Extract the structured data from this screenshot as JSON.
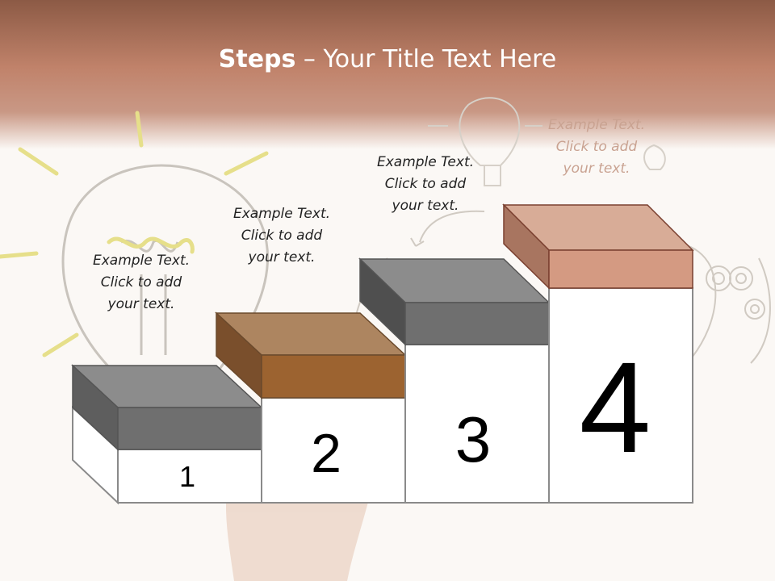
{
  "title": {
    "bold": "Steps",
    "rest": " – Your Title Text Here"
  },
  "steps": [
    {
      "number": "1",
      "text": [
        "Example Text.",
        "Click  to add",
        "your text."
      ]
    },
    {
      "number": "2",
      "text": [
        "Example Text.",
        "Click  to add",
        "your text."
      ]
    },
    {
      "number": "3",
      "text": [
        "Example Text.",
        "Click  to add",
        "your text."
      ]
    },
    {
      "number": "4",
      "text": [
        "Example Text.",
        "Click  to add",
        "your text."
      ]
    }
  ],
  "colors": {
    "header_top": "#8c5a45",
    "header_mid": "#c0826a",
    "step1_block": "#6f6f6f",
    "step2_block": "#9c6a3f",
    "step3_block": "#6f6f6f",
    "step4_block": "#d49a82"
  }
}
